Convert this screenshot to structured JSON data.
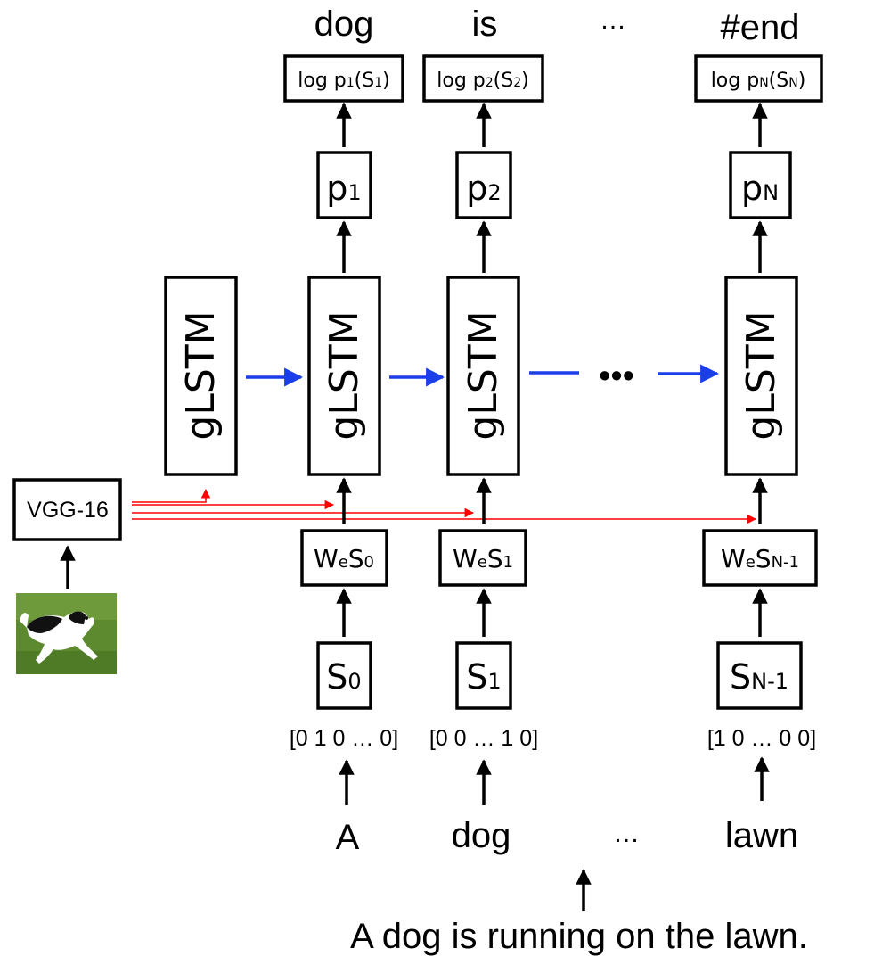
{
  "output_words": [
    "dog",
    "is",
    "…",
    "#end"
  ],
  "log_probs": [
    "log p₁(S₁)",
    "log p₂(S₂)",
    "log pₙ(Sₙ)"
  ],
  "log_prob_parts": [
    {
      "pre": "log p",
      "sub1": "1",
      "mid": "(S",
      "sub2": "1",
      "post": ")"
    },
    {
      "pre": "log p",
      "sub1": "2",
      "mid": "(S",
      "sub2": "2",
      "post": ")"
    },
    {
      "pre": "log p",
      "sub1": "N",
      "mid": "(S",
      "sub2": "N",
      "post": ")"
    }
  ],
  "prob_nodes": [
    {
      "base": "p",
      "sub": "1"
    },
    {
      "base": "p",
      "sub": "2"
    },
    {
      "base": "p",
      "sub": "N"
    }
  ],
  "lstm_label": "gLSTM",
  "ellipsis_dots": "•••",
  "image_encoder": "VGG-16",
  "embeddings": [
    {
      "base": "W",
      "sub": "e",
      "s": "S",
      "ssub": "0"
    },
    {
      "base": "W",
      "sub": "e",
      "s": "S",
      "ssub": "1"
    },
    {
      "base": "W",
      "sub": "e",
      "s": "S",
      "ssub": "N-1"
    }
  ],
  "input_tokens": [
    {
      "base": "S",
      "sub": "0"
    },
    {
      "base": "S",
      "sub": "1"
    },
    {
      "base": "S",
      "sub": "N-1"
    }
  ],
  "one_hot_vectors": [
    "[0 1 0 … 0]",
    "[0 0 … 1 0]",
    "[1 0 … 0 0]"
  ],
  "input_words": [
    "A",
    "dog",
    "…",
    "lawn"
  ],
  "sentence": "A dog is running on the lawn.",
  "colors": {
    "recurrent_arrow": "#1a3ee8",
    "image_feature_arrow": "#ff0000",
    "stroke": "#000000"
  },
  "image_description_icon": "dog-photo"
}
